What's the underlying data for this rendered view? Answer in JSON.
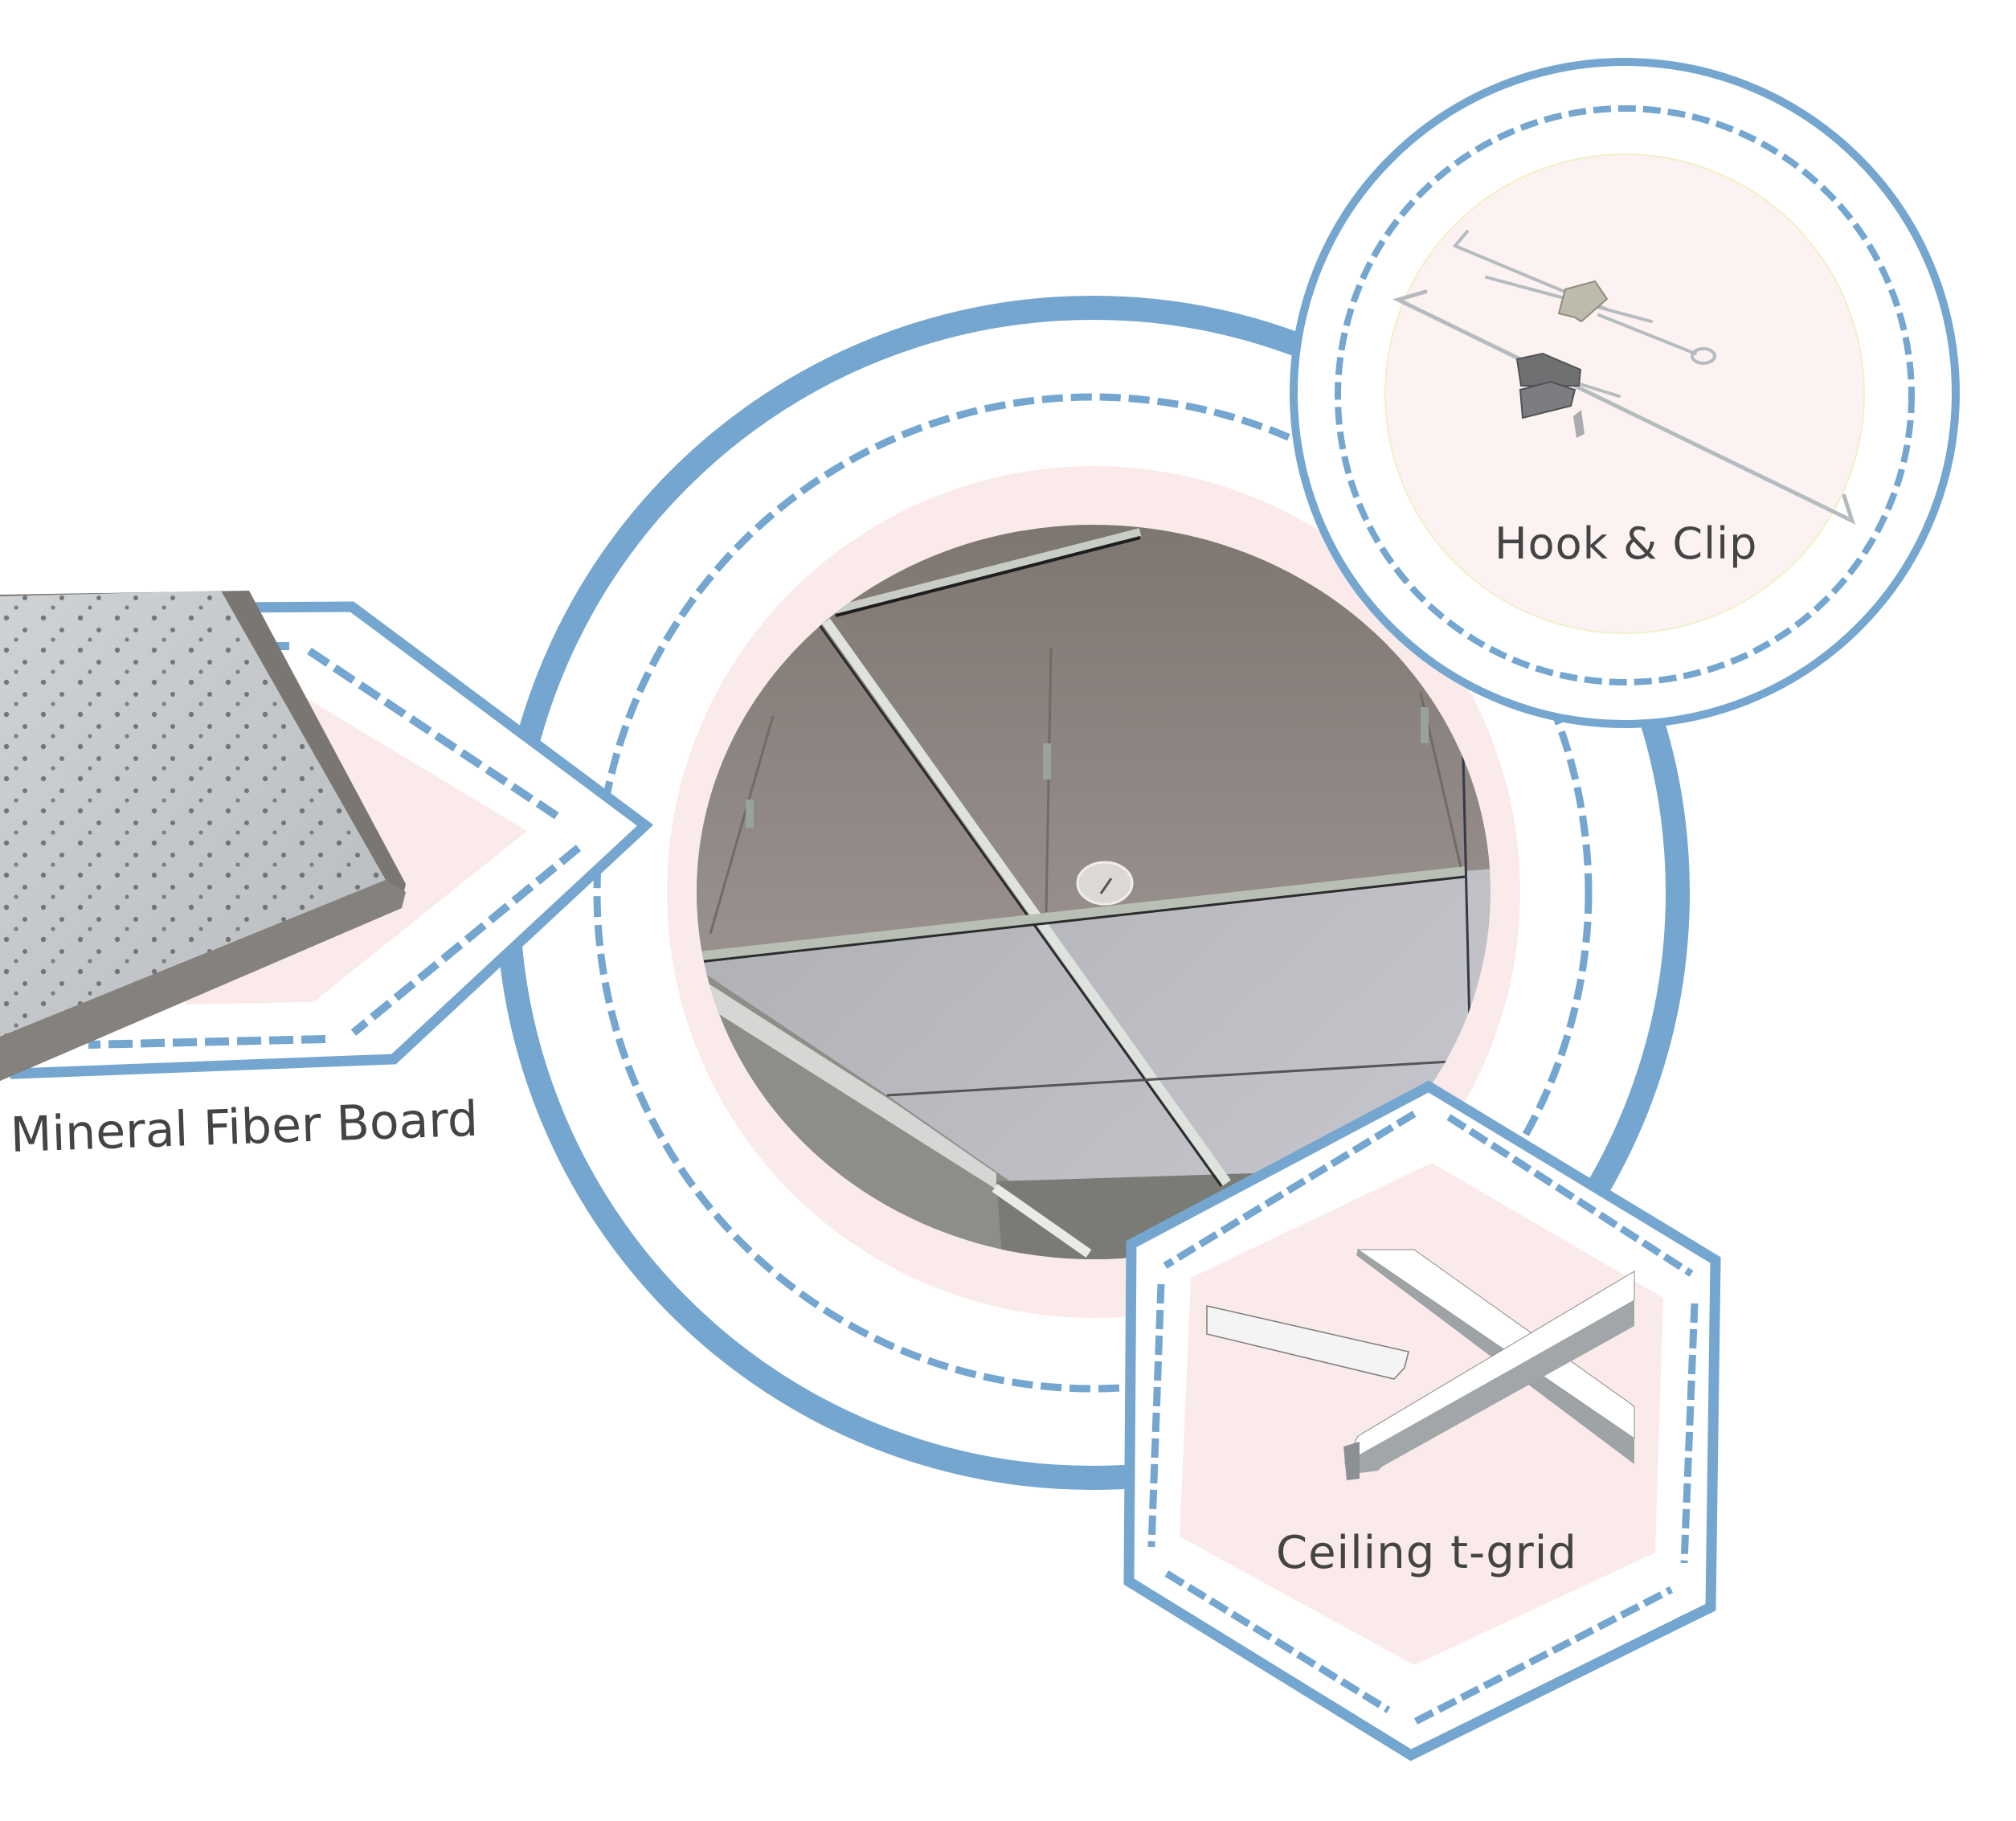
{
  "colors": {
    "accent_blue": "#74A6CF",
    "pink_fill": "#FAEBEA",
    "pale_pink_fill": "#FCF2F2",
    "label_text": "#444444",
    "background": "#FFFFFF"
  },
  "center": {
    "name": "Suspended ceiling photo",
    "icon": "ceiling-grid-photo"
  },
  "components": [
    {
      "id": "mineral-fiber-board",
      "label": "Mineral Fiber Board",
      "frame": "arrow-hexagon",
      "icon": "perforated-board-image",
      "position": "left"
    },
    {
      "id": "hook-clip",
      "label": "Hook & Clip",
      "frame": "circle",
      "icon": "hook-clip-image",
      "position": "top-right"
    },
    {
      "id": "ceiling-t-grid",
      "label": "Ceiling t-grid",
      "frame": "hexagon",
      "icon": "t-grid-image",
      "position": "bottom-right"
    }
  ]
}
